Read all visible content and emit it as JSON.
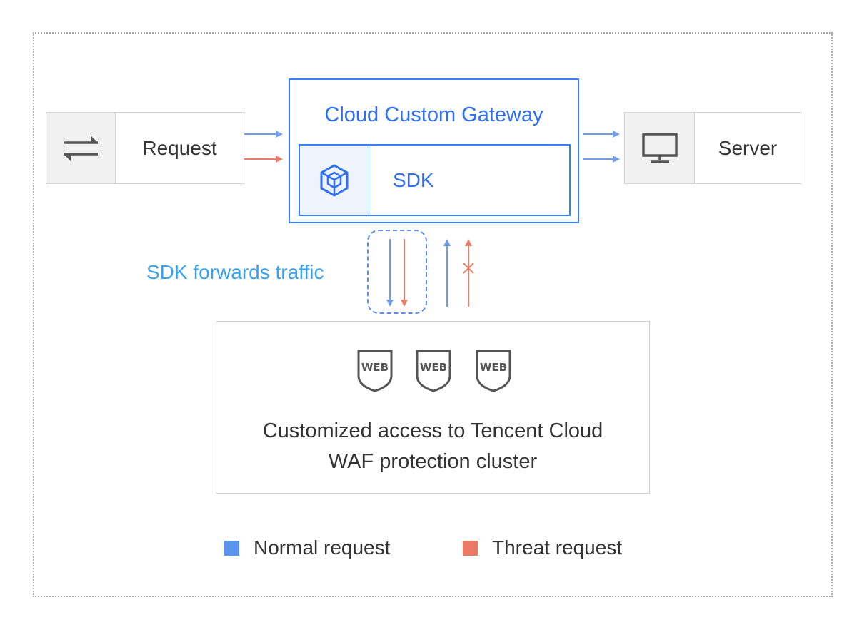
{
  "gateway": {
    "title": "Cloud Custom Gateway",
    "sdk_label": "SDK",
    "sdk_icon": "cube-icon"
  },
  "request": {
    "label": "Request",
    "icon": "swap-arrows-icon"
  },
  "server": {
    "label": "Server",
    "icon": "monitor-icon"
  },
  "forwarding": {
    "label": "SDK forwards traffic"
  },
  "waf": {
    "line1": "Customized access to Tencent Cloud",
    "line2": "WAF protection cluster",
    "shield_text": "WEB",
    "shield_icon": "web-shield-icon"
  },
  "legend": {
    "normal": {
      "label": "Normal request",
      "color": "#5b93ef"
    },
    "threat": {
      "label": "Threat request",
      "color": "#ea7b66"
    }
  },
  "colors": {
    "accent": "#3a7fff",
    "normal_flow": "#6f9de8",
    "threat_flow": "#ea7b66",
    "forward_text": "#38a2ee"
  }
}
